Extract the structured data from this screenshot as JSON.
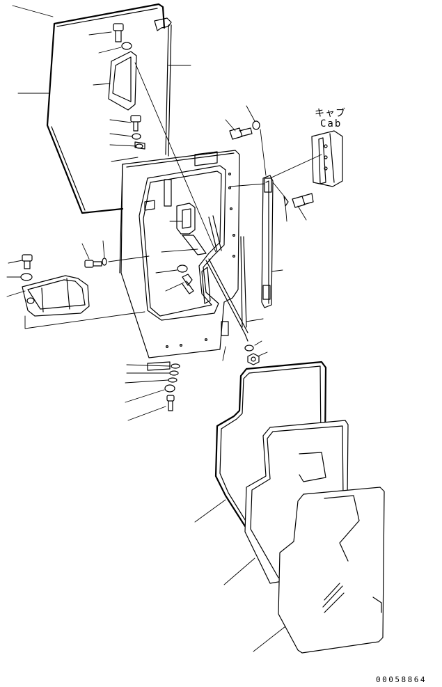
{
  "annotations": {
    "cab_label_japanese": "キャブ",
    "cab_label_english": "Cab",
    "drawing_number": "00058864"
  },
  "colors": {
    "line": "#000000",
    "background": "#ffffff"
  }
}
